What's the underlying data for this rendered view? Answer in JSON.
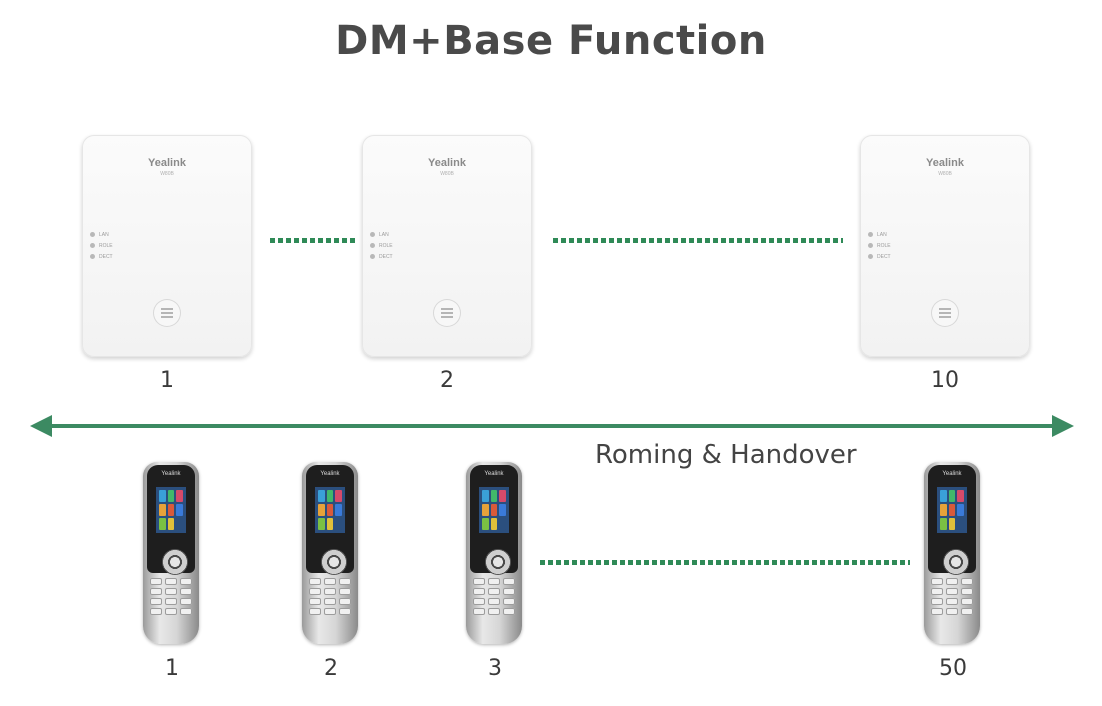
{
  "title": "DM+Base Function",
  "base_stations": [
    {
      "label": "1",
      "brand": "Yealink",
      "model": "W80B",
      "leds": [
        "LAN",
        "ROLE",
        "DECT"
      ]
    },
    {
      "label": "2",
      "brand": "Yealink",
      "model": "W80B",
      "leds": [
        "LAN",
        "ROLE",
        "DECT"
      ]
    },
    {
      "label": "10",
      "brand": "Yealink",
      "model": "W80B",
      "leds": [
        "LAN",
        "ROLE",
        "DECT"
      ]
    }
  ],
  "roaming_label": "Roming & Handover",
  "handsets": [
    {
      "label": "1",
      "brand": "Yealink"
    },
    {
      "label": "2",
      "brand": "Yealink"
    },
    {
      "label": "3",
      "brand": "Yealink"
    },
    {
      "label": "50",
      "brand": "Yealink"
    }
  ],
  "colors": {
    "connector": "#2f8a57",
    "arrow": "#3c8a62",
    "title": "#4a4a4a"
  }
}
